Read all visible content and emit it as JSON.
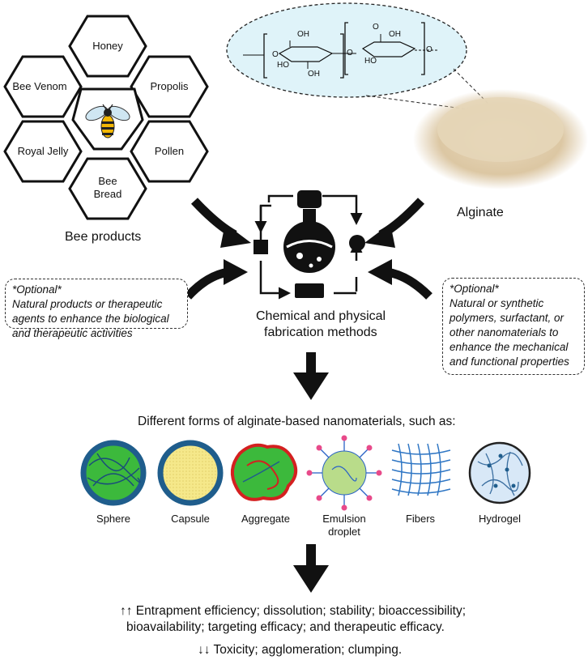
{
  "bee_products": {
    "hexagons": [
      "Honey",
      "Bee Venom",
      "Propolis",
      "Royal Jelly",
      "Pollen",
      "Bee",
      "Bread"
    ],
    "title": "Bee products"
  },
  "alginate": {
    "title": "Alginate",
    "formula_labels": {
      "o": "O",
      "oh": "OH",
      "ho": "HO",
      "cooh_o": "O",
      "cooh_oh": "OH"
    }
  },
  "center": {
    "line1": "Chemical and physical",
    "line2": "fabrication methods"
  },
  "left_optional": {
    "heading": "*Optional*",
    "lines": [
      "Natural products or therapeutic",
      "agents to enhance the biological",
      "and therapeutic activities"
    ]
  },
  "right_optional": {
    "heading": "*Optional*",
    "lines": [
      "Natural or synthetic",
      "polymers, surfactant, or",
      "other nanomaterials to",
      "enhance the mechanical",
      "and functional properties"
    ]
  },
  "forms": {
    "heading": "Different forms of alginate-based nanomaterials, such as:",
    "items": [
      {
        "label1": "Sphere",
        "label2": ""
      },
      {
        "label1": "Capsule",
        "label2": ""
      },
      {
        "label1": "Aggregate",
        "label2": ""
      },
      {
        "label1": "Emulsion",
        "label2": "droplet"
      },
      {
        "label1": "Fibers",
        "label2": ""
      },
      {
        "label1": "Hydrogel",
        "label2": ""
      }
    ]
  },
  "outcomes": {
    "up_line1": "↑↑ Entrapment efficiency; dissolution; stability; bioaccessibility;",
    "up_line2": "bioavailability; targeting efficacy; and therapeutic efficacy.",
    "down_line": "↓↓ Toxicity; agglomeration; clumping."
  },
  "colors": {
    "sphere_shell": "#1f5d8c",
    "sphere_core": "#3cb93c",
    "capsule_core": "#f5e88a",
    "aggregate_edge": "#d42020",
    "aggregate_core": "#3cb93c",
    "emulsion_core": "#b9dc8a",
    "emulsion_tail": "#2b63c6",
    "emulsion_head": "#e84a8a",
    "fibers": "#2f76c4",
    "hydrogel_fill": "#d8e8f7",
    "bubble_fill": "#dff3f9"
  }
}
